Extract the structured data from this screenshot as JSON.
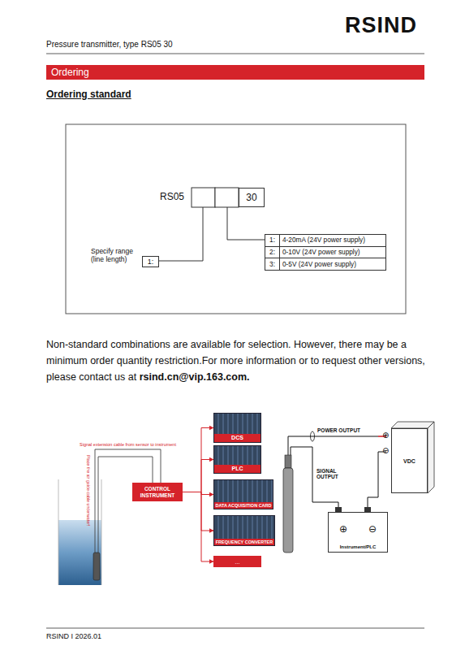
{
  "diagram": {
    "nodes": [
      {
        "text": [
          "Ordering"
        ]
      },
      {
        "text": [
          "30"
        ]
      },
      {
        "text": [
          "1:",
          "4-20mA (24V power supply)",
          "2:",
          "0-10V (24V power supply)",
          "3:",
          "0-5V (24V power supply)"
        ]
      },
      {
        "text": [
          "1:"
        ]
      },
      {
        "text": [
          "CONTROL INSTRUMENT"
        ]
      },
      {
        "text": [
          "DCS"
        ]
      },
      {
        "text": [
          "PLC"
        ]
      },
      {
        "text": [
          "DATA ACQUISITION CARD"
        ]
      },
      {
        "text": [
          "FREQUENCY CONVERTER"
        ]
      },
      {
        "text": [
          "..."
        ]
      },
      {
        "text": [
          "VDC"
        ]
      },
      {
        "text": [
          "⊕",
          "⊖",
          "Instrument/PLC"
        ]
      }
    ],
    "edges": [
      {
        "from": 4,
        "to": 5,
        "arrow": "to"
      },
      {
        "from": 4,
        "to": 6,
        "arrow": "to"
      },
      {
        "from": 4,
        "to": 7,
        "arrow": "to"
      },
      {
        "from": 4,
        "to": 8,
        "arrow": "to"
      },
      {
        "from": 4,
        "to": 9,
        "arrow": "to"
      }
    ],
    "labels": [
      "RSIND",
      "Pressure transmitter, type RS05 30",
      "Ordering standard",
      "RS05",
      "Specify range (line length)",
      "Non-standard combinations are available for selection. However, there may be a minimum order quantity restriction.For more information or to request other versions, please contact us at",
      "rsind.cn@vip.163.com.",
      "Signal extension cable from sensor to instrument",
      "Place the air guide cable underwater!",
      "POWER OUTPUT",
      "SIGNAL OUTPUT",
      "⊕",
      "⊖",
      "RSIND I 2026.01"
    ]
  }
}
